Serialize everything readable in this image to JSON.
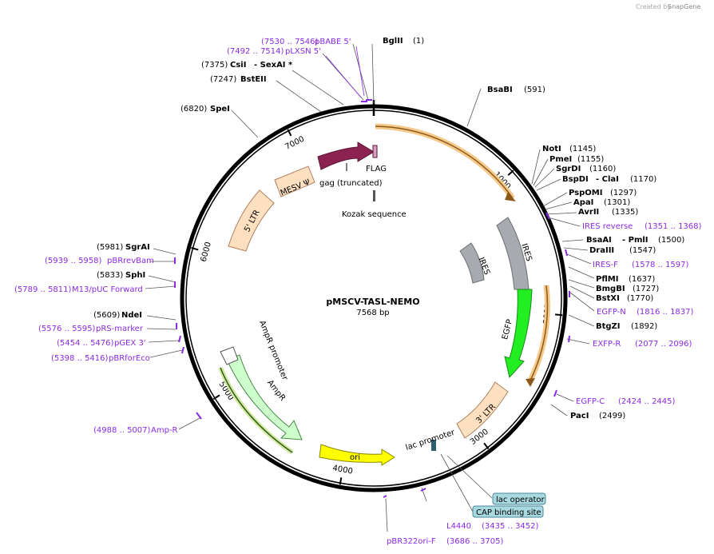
{
  "credit": {
    "text": "Created by",
    "brand": "SnapGene"
  },
  "plasmid": {
    "name": "pMSCV-TASL-NEMO",
    "length": "7568 bp",
    "total_bp": 7568
  },
  "ticks": [
    {
      "bp": 1000,
      "label": "1000"
    },
    {
      "bp": 2000,
      "label": "2000"
    },
    {
      "bp": 3000,
      "label": "3000"
    },
    {
      "bp": 4000,
      "label": "4000"
    },
    {
      "bp": 5000,
      "label": "5000"
    },
    {
      "bp": 6000,
      "label": "6000"
    },
    {
      "bp": 7000,
      "label": "7000"
    }
  ],
  "left_labels": [
    {
      "pos": "(7530 .. 7546)",
      "name": "pBABE 5'",
      "kind": "primer"
    },
    {
      "pos": "(7492 .. 7514)",
      "name": "pLXSN 5'",
      "kind": "primer"
    },
    {
      "pos": "(7375)",
      "name": "CsiI",
      "extra": "- SexAI *",
      "kind": "site"
    },
    {
      "pos": "(7247)",
      "name": "BstEII",
      "kind": "site"
    },
    {
      "pos": "(6820)",
      "name": "SpeI",
      "kind": "site"
    },
    {
      "pos": "(5981)",
      "name": "SgrAI",
      "kind": "site"
    },
    {
      "pos": "(5939 .. 5958)",
      "name": "pBRrevBam",
      "kind": "primer"
    },
    {
      "pos": "(5833)",
      "name": "SphI",
      "kind": "site"
    },
    {
      "pos": "(5789 .. 5811)",
      "name": "M13/pUC Forward",
      "kind": "primer"
    },
    {
      "pos": "(5609)",
      "name": "NdeI",
      "kind": "site"
    },
    {
      "pos": "(5576 .. 5595)",
      "name": "pRS-marker",
      "kind": "primer"
    },
    {
      "pos": "(5454 .. 5476)",
      "name": "pGEX 3'",
      "kind": "primer"
    },
    {
      "pos": "(5398 .. 5416)",
      "name": "pBRforEco",
      "kind": "primer"
    },
    {
      "pos": "(4988 .. 5007)",
      "name": "Amp-R",
      "kind": "primer"
    }
  ],
  "right_labels": [
    {
      "name": "BglII",
      "pos": "(1)",
      "kind": "site"
    },
    {
      "name": "BsaBI",
      "pos": "(591)",
      "kind": "site"
    },
    {
      "name": "NotI",
      "pos": "(1145)",
      "kind": "site"
    },
    {
      "name": "PmeI",
      "pos": "(1155)",
      "kind": "site"
    },
    {
      "name": "SgrDI",
      "pos": "(1160)",
      "kind": "site"
    },
    {
      "name": "BspDI",
      "extra": "- ClaI",
      "pos": "(1170)",
      "kind": "site"
    },
    {
      "name": "PspOMI",
      "pos": "(1297)",
      "kind": "site"
    },
    {
      "name": "ApaI",
      "pos": "(1301)",
      "kind": "site"
    },
    {
      "name": "AvrII",
      "pos": "(1335)",
      "kind": "site"
    },
    {
      "name": "IRES reverse",
      "pos": "(1351 .. 1368)",
      "kind": "primer"
    },
    {
      "name": "BsaAI",
      "extra": "- PmlI",
      "pos": "(1500)",
      "kind": "site"
    },
    {
      "name": "DraIII",
      "pos": "(1547)",
      "kind": "site"
    },
    {
      "name": "IRES-F",
      "pos": "(1578 .. 1597)",
      "kind": "primer"
    },
    {
      "name": "PflMI",
      "pos": "(1637)",
      "kind": "site"
    },
    {
      "name": "BmgBI",
      "pos": "(1727)",
      "kind": "site"
    },
    {
      "name": "BstXI",
      "pos": "(1770)",
      "kind": "site"
    },
    {
      "name": "EGFP-N",
      "pos": "(1816 .. 1837)",
      "kind": "primer"
    },
    {
      "name": "BtgZI",
      "pos": "(1892)",
      "kind": "site"
    },
    {
      "name": "EXFP-R",
      "pos": "(2077 .. 2096)",
      "kind": "primer"
    },
    {
      "name": "EGFP-C",
      "pos": "(2424 .. 2445)",
      "kind": "primer"
    },
    {
      "name": "PacI",
      "pos": "(2499)",
      "kind": "site"
    }
  ],
  "bottom_labels": [
    {
      "name": "L4440",
      "pos": "(3435 .. 3452)",
      "kind": "primer"
    },
    {
      "name": "pBR322ori-F",
      "pos": "(3686 .. 3705)",
      "kind": "primer"
    }
  ],
  "boxed_labels": [
    {
      "name": "lac operator"
    },
    {
      "name": "CAP binding site"
    }
  ],
  "features": {
    "gag": "gag (truncated)",
    "flag": "FLAG",
    "kozak": "Kozak sequence",
    "mesv": "MESV Ψ",
    "ltr5": "5' LTR",
    "ires1": "IRES",
    "ires2": "IRES",
    "egfp": "EGFP",
    "ltr3": "3' LTR",
    "lac_promoter": "lac promoter",
    "ori": "ori",
    "ampr": "AmpR",
    "ampr_promoter": "AmpR promoter"
  },
  "colors": {
    "backbone": "#000000",
    "primer": "#8a2be2",
    "gag": "#8b2252",
    "ltr": "#fde0c0",
    "ires": "#a7abb0",
    "egfp": "#22ee22",
    "ori": "#ffff00",
    "ampr": "#ccffcc",
    "orf": "#e8a040",
    "lac": "#2e5f6e",
    "box": "#a8d8e0"
  }
}
